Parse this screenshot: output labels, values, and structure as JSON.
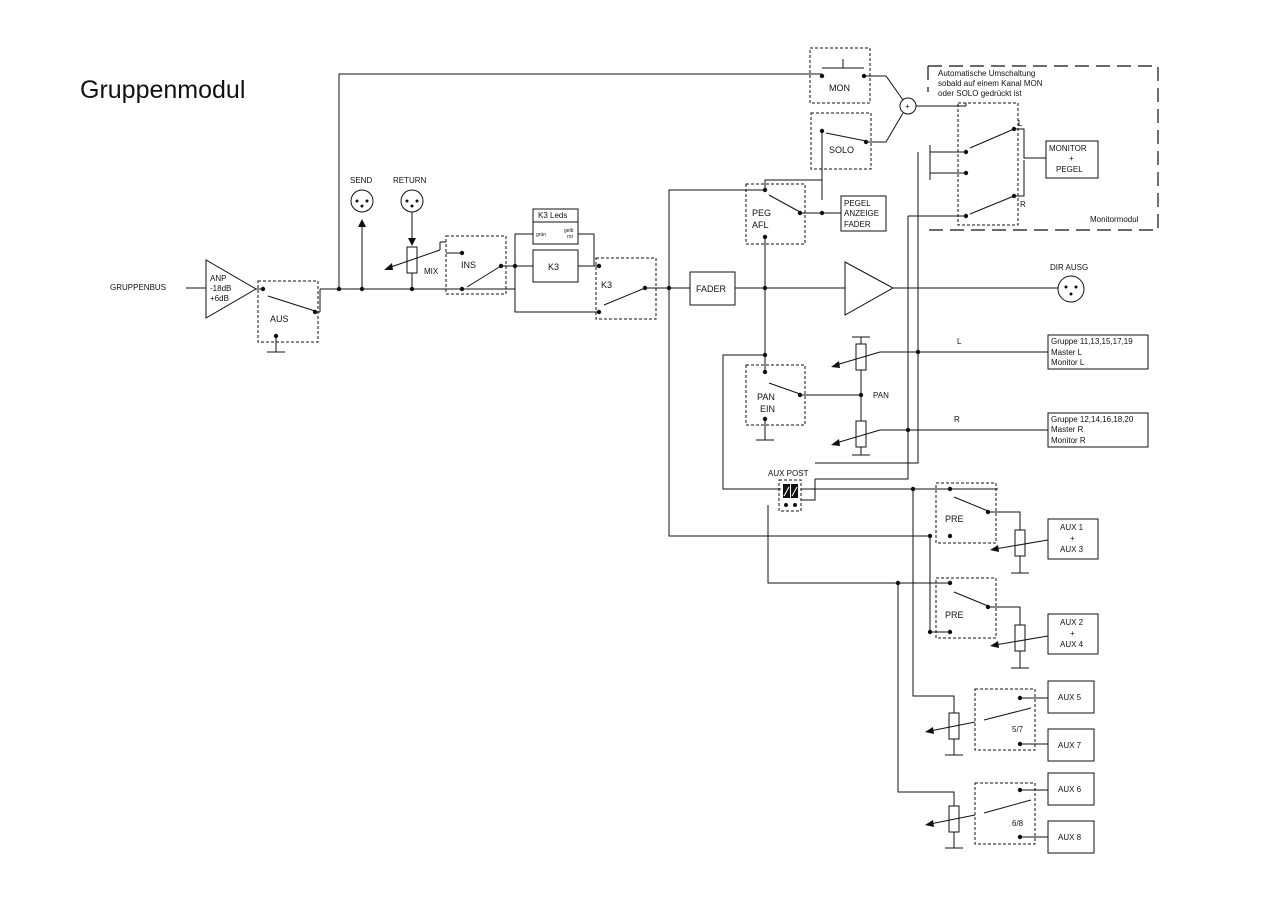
{
  "title": "Gruppenmodul",
  "labels": {
    "gruppenbus": "GRUPPENBUS",
    "anp": "ANP",
    "anp_minus": "-18dB",
    "anp_plus": "+6dB",
    "aus": "AUS",
    "send": "SEND",
    "return": "RETURN",
    "mix": "MIX",
    "ins": "INS",
    "k3_leds": "K3 Leds",
    "gruen": "grün",
    "gelb": "gelb",
    "rot": "rot",
    "k3_relay": "K3",
    "k3_switch": "K3",
    "fader": "FADER",
    "dir_ausg": "DIR AUSG",
    "mon": "MON",
    "solo": "SOLO",
    "plus": "+",
    "peg": "PEG",
    "afl": "AFL",
    "pegel1": "PEGEL",
    "pegel2": "ANZEIGE",
    "pegel3": "FADER",
    "auto1": "Automatische  Umschaltung",
    "auto2": "sobald auf einem Kanal MON",
    "auto3": "oder SOLO gedrückt ist",
    "mon_l": "L",
    "mon_r": "R",
    "monitor1": "MONITOR",
    "monitor2": "+",
    "monitor3": "PEGEL",
    "monitormodul": "Monitormodul",
    "pan_ein1": "PAN",
    "pan_ein2": "EIN",
    "pan": "PAN",
    "bus_l": "L",
    "bus_r": "R",
    "gl1": "Gruppe 11,13,15,17,19",
    "gl2": "Master L",
    "gl3": "Monitor L",
    "gr1": "Gruppe 12,14,16,18,20",
    "gr2": "Master R",
    "gr3": "Monitor R",
    "aux_post": "AUX POST",
    "pre1": "PRE",
    "pre2": "PRE",
    "aux13_1": "AUX 1",
    "aux13_2": "+",
    "aux13_3": "AUX 3",
    "aux24_1": "AUX 2",
    "aux24_2": "+",
    "aux24_3": "AUX 4",
    "sw57": "5/7",
    "sw68": "6/8",
    "aux5": "AUX 5",
    "aux7": "AUX 7",
    "aux6": "AUX 6",
    "aux8": "AUX 8"
  }
}
